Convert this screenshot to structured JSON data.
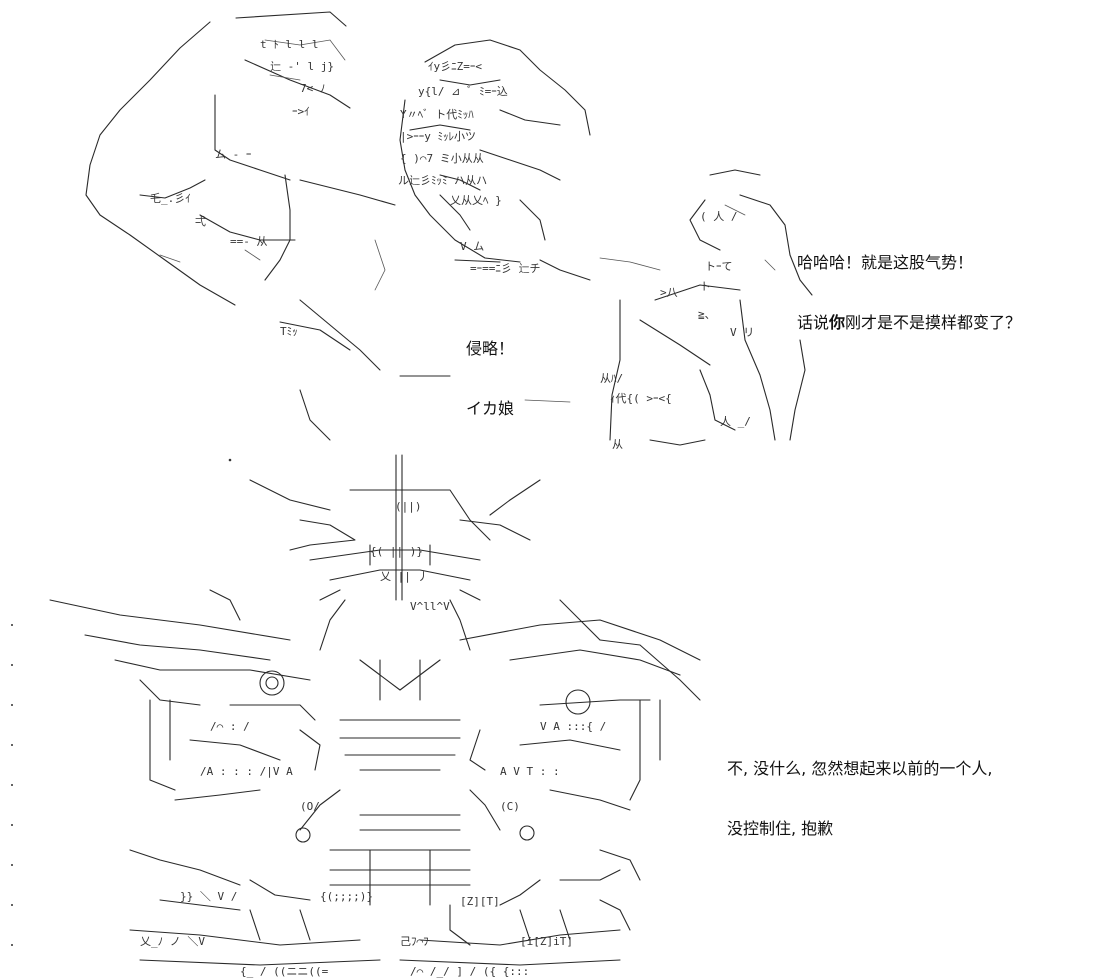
{
  "dialogs": {
    "right_top": {
      "line1": "哈哈哈！就是这股气势！",
      "line2_pre": "话说",
      "line2_bold": "你",
      "line2_post": "刚才是不是摸样都变了？"
    },
    "center": {
      "line1": "侵略！",
      "line2": "イカ娘"
    },
    "right_bottom": {
      "line1": "不, 没什么, 忽然想起来以前的一个人,",
      "line2": "没控制住, 抱歉"
    }
  }
}
